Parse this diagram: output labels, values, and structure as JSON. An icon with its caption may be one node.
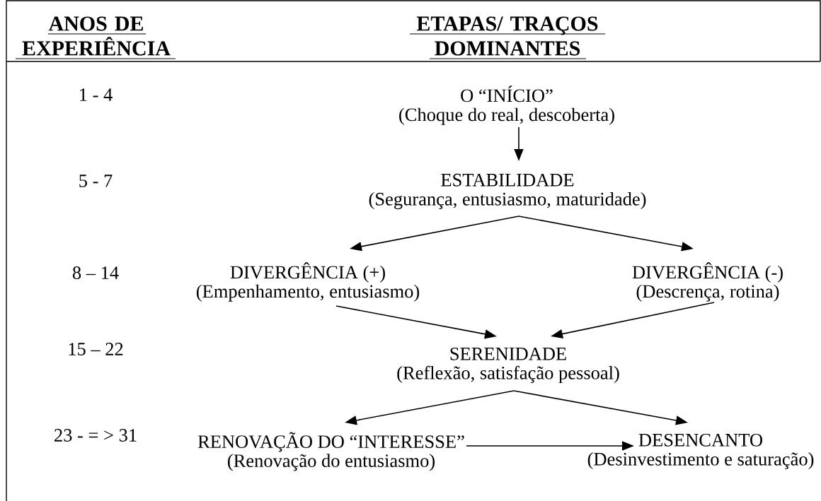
{
  "diagram": {
    "nodes": [
      {
        "text": [
          "O “INÍCIO”",
          "(Choque do real, descoberta)"
        ]
      },
      {
        "text": [
          "ESTABILIDADE",
          "(Segurança, entusiasmo, maturidade)"
        ]
      },
      {
        "text": [
          "DIVERGÊNCIA (+)",
          "(Empenhamento, entusiasmo)"
        ]
      },
      {
        "text": [
          "DIVERGÊNCIA (-)",
          "(Descrença, rotina)"
        ]
      },
      {
        "text": [
          "SERENIDADE",
          "(Reflexão, satisfação pessoal)"
        ]
      },
      {
        "text": [
          "RENOVAÇÃO DO “INTERESSE”",
          "(Renovação do entusiasmo)"
        ]
      },
      {
        "text": [
          "DESENCANTO",
          "(Desinvestimento e saturação)"
        ]
      }
    ],
    "edges": [
      {
        "from": 0,
        "to": 1,
        "arrow": "to"
      },
      {
        "from": 1,
        "to": 2,
        "arrow": "to"
      },
      {
        "from": 1,
        "to": 3,
        "arrow": "to"
      },
      {
        "from": 2,
        "to": 4,
        "arrow": "to"
      },
      {
        "from": 3,
        "to": 4,
        "arrow": "to"
      },
      {
        "from": 4,
        "to": 5,
        "arrow": "to"
      },
      {
        "from": 4,
        "to": 6,
        "arrow": "to"
      },
      {
        "from": 5,
        "to": 6,
        "arrow": "to"
      }
    ],
    "labels": [
      "ANOS DE EXPERIÊNCIA",
      "ETAPAS/ TRAÇOS DOMINANTES",
      "1 - 4",
      "5 - 7",
      "8 – 14",
      "15 – 22",
      "23 - = > 31"
    ]
  }
}
